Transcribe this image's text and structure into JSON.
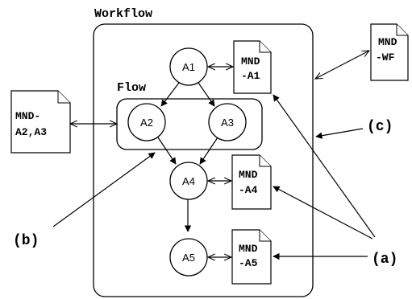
{
  "labels": {
    "workflow": "Workflow",
    "flow": "Flow",
    "a": "(a)",
    "b": "(b)",
    "c": "(c)"
  },
  "activities": {
    "a1": "A1",
    "a2": "A2",
    "a3": "A3",
    "a4": "A4",
    "a5": "A5"
  },
  "documents": {
    "mnd_a1": [
      "MND",
      "-A1"
    ],
    "mnd_a2a3": [
      "MND-",
      "A2,A3"
    ],
    "mnd_a4": [
      "MND",
      "-A4"
    ],
    "mnd_a5": [
      "MND",
      "-A5"
    ],
    "mnd_wf": [
      "MND",
      "-WF"
    ]
  }
}
